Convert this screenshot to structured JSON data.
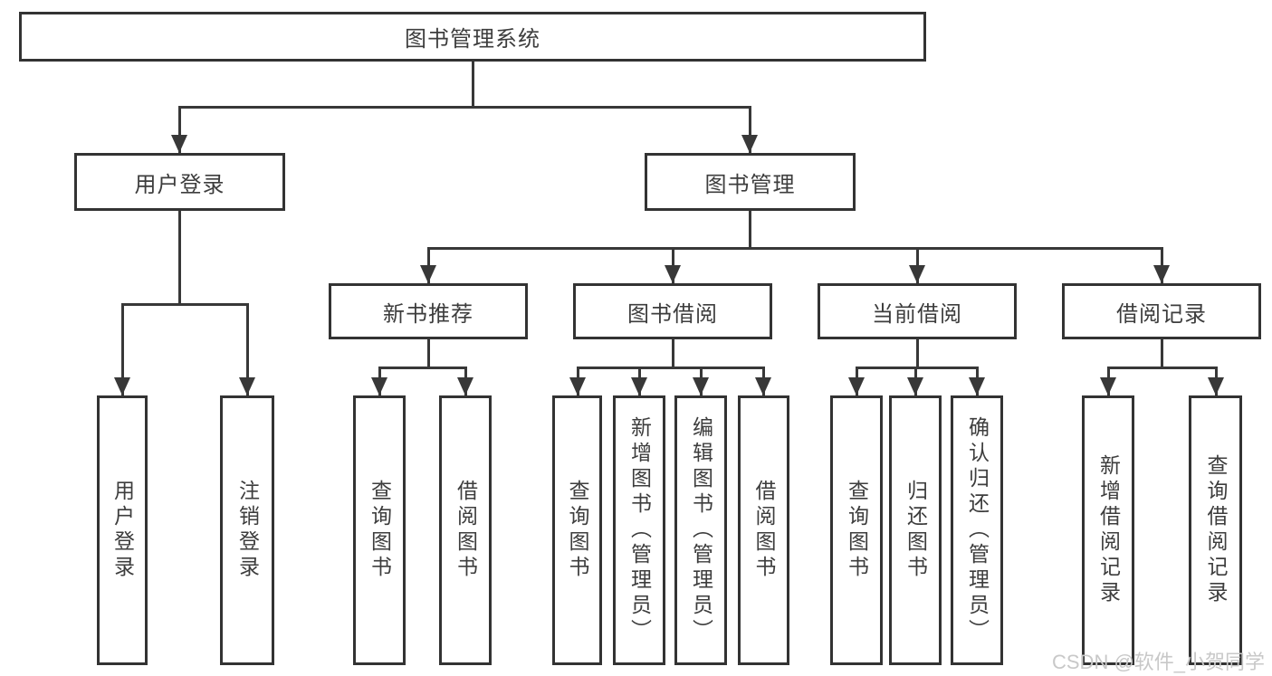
{
  "diagram": {
    "colors": {
      "line": "#383838",
      "border": "#333333",
      "box_bg": "#ffffff",
      "text": "#3d3d3d",
      "watermark": "#c8c8c8",
      "page_bg": "#ffffff"
    },
    "root": {
      "label": "图书管理系统"
    },
    "level2": [
      {
        "label": "用户登录"
      },
      {
        "label": "图书管理"
      }
    ],
    "level3": [
      {
        "label": "新书推荐",
        "parent": "图书管理"
      },
      {
        "label": "图书借阅",
        "parent": "图书管理"
      },
      {
        "label": "当前借阅",
        "parent": "图书管理"
      },
      {
        "label": "借阅记录",
        "parent": "图书管理"
      }
    ],
    "leaves": [
      {
        "label": "用户登录",
        "parent": "用户登录"
      },
      {
        "label": "注销登录",
        "parent": "用户登录"
      },
      {
        "label": "查询图书",
        "parent": "新书推荐"
      },
      {
        "label": "借阅图书",
        "parent": "新书推荐"
      },
      {
        "label": "查询图书",
        "parent": "图书借阅"
      },
      {
        "label": "新增图书（管理员）",
        "parent": "图书借阅"
      },
      {
        "label": "编辑图书（管理员）",
        "parent": "图书借阅"
      },
      {
        "label": "借阅图书",
        "parent": "图书借阅"
      },
      {
        "label": "查询图书",
        "parent": "当前借阅"
      },
      {
        "label": "归还图书",
        "parent": "当前借阅"
      },
      {
        "label": "确认归还（管理员）",
        "parent": "当前借阅"
      },
      {
        "label": "新增借阅记录",
        "parent": "借阅记录"
      },
      {
        "label": "查询借阅记录",
        "parent": "借阅记录"
      }
    ],
    "watermark": "CSDN @软件_小贺同学"
  }
}
